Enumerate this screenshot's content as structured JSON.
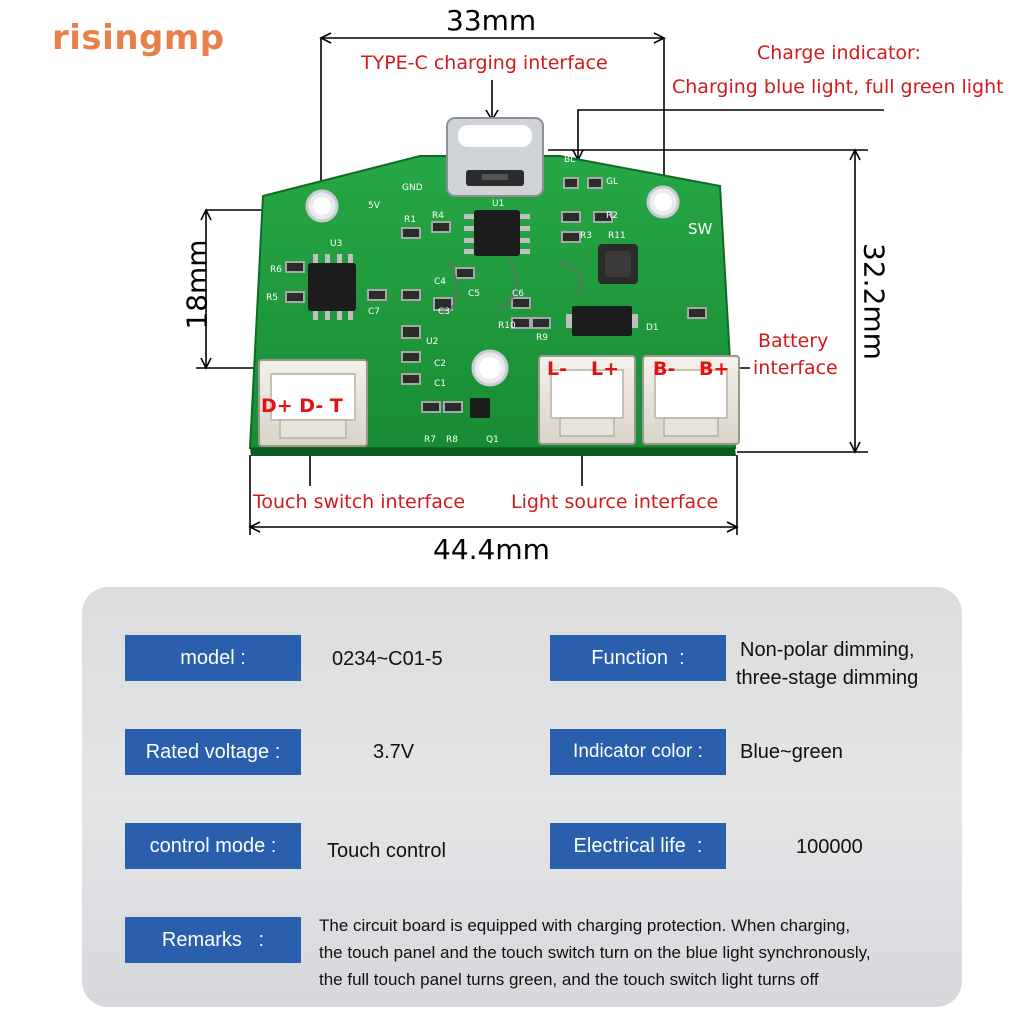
{
  "watermark": "risingmp",
  "dimensions": {
    "top_width": "33mm",
    "bottom_width": "44.4mm",
    "left_height": "18mm",
    "right_height": "32.2mm"
  },
  "annotations": {
    "typec": "TYPE-C charging interface",
    "charge_indicator_line1": "Charge indicator:",
    "charge_indicator_line2": "Charging blue light, full green light",
    "battery_line1": "Battery",
    "battery_line2": "interface",
    "touch_switch": "Touch switch interface",
    "light_source": "Light source interface"
  },
  "pin_labels": {
    "touch": "D+ D-  T",
    "l_minus": "L-",
    "l_plus": "L+",
    "b_minus": "B-",
    "b_plus": "B+"
  },
  "board_silk": {
    "gnd": "GND",
    "v5": "5V",
    "sw": "SW",
    "u3": "U3",
    "u2": "U2",
    "u1": "U1",
    "r1": "R1",
    "r2": "R2",
    "r3": "R3",
    "r4": "R4",
    "r5": "R5",
    "r6": "R6",
    "r7": "R7",
    "r8": "R8",
    "r9": "R9",
    "r10": "R10",
    "r11": "R11",
    "c1": "C1",
    "c2": "C2",
    "c3": "C3",
    "c4": "C4",
    "c5": "C5",
    "c6": "C6",
    "c7": "C7",
    "d1": "D1",
    "q1": "Q1",
    "bl": "BL",
    "gl": "GL"
  },
  "specs": {
    "model_label": "model :",
    "model_value": "0234~C01-5",
    "function_label": "Function  :",
    "function_value_line1": "Non-polar dimming,",
    "function_value_line2": "three-stage dimming",
    "voltage_label": "Rated voltage :",
    "voltage_value": "3.7V",
    "indicator_label": "Indicator color :",
    "indicator_value": "Blue~green",
    "control_label": "control mode :",
    "control_value": "Touch control",
    "life_label": "Electrical life  :",
    "life_value": "100000",
    "remarks_label": "Remarks   :",
    "remarks_line1": "The circuit board is equipped with charging protection. When charging,",
    "remarks_line2": "the touch panel and the touch switch turn on the blue light synchronously,",
    "remarks_line3": "the full touch panel turns green, and the touch switch light turns off"
  },
  "colors": {
    "pcb_green": "#1f9a3c",
    "label_blue": "#2a5fae",
    "annotation_red": "#d11a1a",
    "watermark_orange": "#e8804a"
  }
}
